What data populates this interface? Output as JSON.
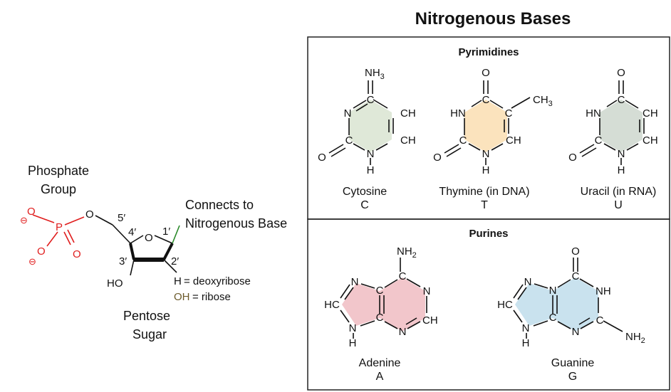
{
  "title": "Nitrogenous   Bases",
  "pyrimidines": {
    "heading": "Pyrimidines",
    "cytosine": {
      "name": "Cytosine",
      "letter": "C"
    },
    "thymine": {
      "name": "Thymine (in DNA)",
      "letter": "T"
    },
    "uracil": {
      "name": "Uracil (in RNA)",
      "letter": "U"
    }
  },
  "purines": {
    "heading": "Purines",
    "adenine": {
      "name": "Adenine",
      "letter": "A"
    },
    "guanine": {
      "name": "Guanine",
      "letter": "G"
    }
  },
  "nucleotide": {
    "phosphate_line1": "Phosphate",
    "phosphate_line2": "Group",
    "connects_line1": "Connects to",
    "connects_line2": "Nitrogenous Base",
    "sugar_line1": "Pentose",
    "sugar_line2": "Sugar",
    "deoxyribose_atom": "H",
    "deoxyribose_label": "= deoxyribose",
    "ribose_atom": "OH",
    "ribose_label": "= ribose",
    "c5": "5′",
    "c4": "4′",
    "c3": "3′",
    "c2": "2′",
    "c1": "1′",
    "ring_o": "O",
    "ester_o": "O",
    "ho": "HO",
    "p": "P",
    "o_top": "O",
    "o_bottom": "O",
    "o_right": "O",
    "minus": "⊖"
  },
  "colors": {
    "cytosine": "#dfe8d8",
    "thymine": "#fbe3bd",
    "uracil": "#d5ddd5",
    "adenine": "#f2c6cb",
    "guanine": "#c9e2ee",
    "phosphate": "#e01e1e",
    "c1_bond": "#2a8a2a",
    "ribose_oh": "#6b5a2a"
  }
}
